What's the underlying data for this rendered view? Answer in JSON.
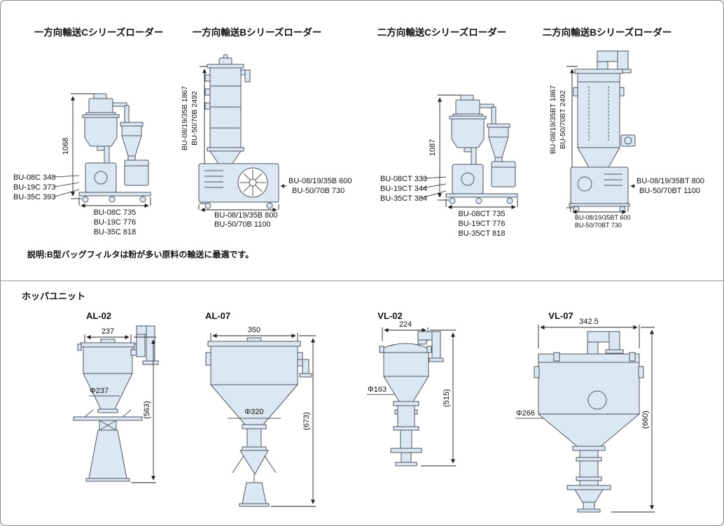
{
  "colors": {
    "machine_fill": "#dbe7f3",
    "machine_stroke": "#4d5660",
    "dimension_color": "#222222",
    "page_border": "#8a8a8a"
  },
  "loader_section": {
    "note": "説明:B型バッグフィルタは粉が多い原料の輸送に最適です。",
    "loader1": {
      "title": "一方向輸送Cシリーズローダー",
      "height_dim": "1068",
      "left_dims": [
        "BU-08C 348",
        "BU-19C 373",
        "BU-35C 393"
      ],
      "bottom_dims": [
        "BU-08C 735",
        "BU-19C 776",
        "BU-35C 818"
      ]
    },
    "loader2": {
      "title": "一方向輸送Bシリーズローダー",
      "vertical_dims": [
        "BU-08/19/35B 1867",
        "BU-50/70B 2492"
      ],
      "right_dims": [
        "BU-08/19/35B 600",
        "BU-50/70B 730"
      ],
      "bottom_dims": [
        "BU-08/19/35B 800",
        "BU-50/70B 1100"
      ]
    },
    "loader3": {
      "title": "二方向輸送Cシリーズローダー",
      "height_dim": "1087",
      "left_dims": [
        "BU-08CT 333",
        "BU-19CT 344",
        "BU-35CT 384"
      ],
      "bottom_dims": [
        "BU-08CT 735",
        "BU-19CT 776",
        "BU-35CT 818"
      ]
    },
    "loader4": {
      "title": "二方向輸送Bシリーズローダー",
      "vertical_dims": [
        "BU-08/19/35BT 1867",
        "BU-50/70BT 2492"
      ],
      "right_dims": [
        "BU-08/19/35BT 800",
        "BU-50/70BT 1100"
      ],
      "bottom_dims": [
        "BU-08/19/35BT 600",
        "BU-50/70BT 730"
      ]
    }
  },
  "hopper_section": {
    "title": "ホッパユニット",
    "hoppers": [
      {
        "name": "AL-02",
        "top_width": "237",
        "diameter": "Φ237",
        "height": "(563)"
      },
      {
        "name": "AL-07",
        "top_width": "350",
        "diameter": "Φ320",
        "height": "(673)"
      },
      {
        "name": "VL-02",
        "top_width": "224",
        "diameter": "Φ163",
        "height": "(515)"
      },
      {
        "name": "VL-07",
        "top_width": "342.5",
        "diameter": "Φ266",
        "height": "(660)"
      }
    ]
  }
}
